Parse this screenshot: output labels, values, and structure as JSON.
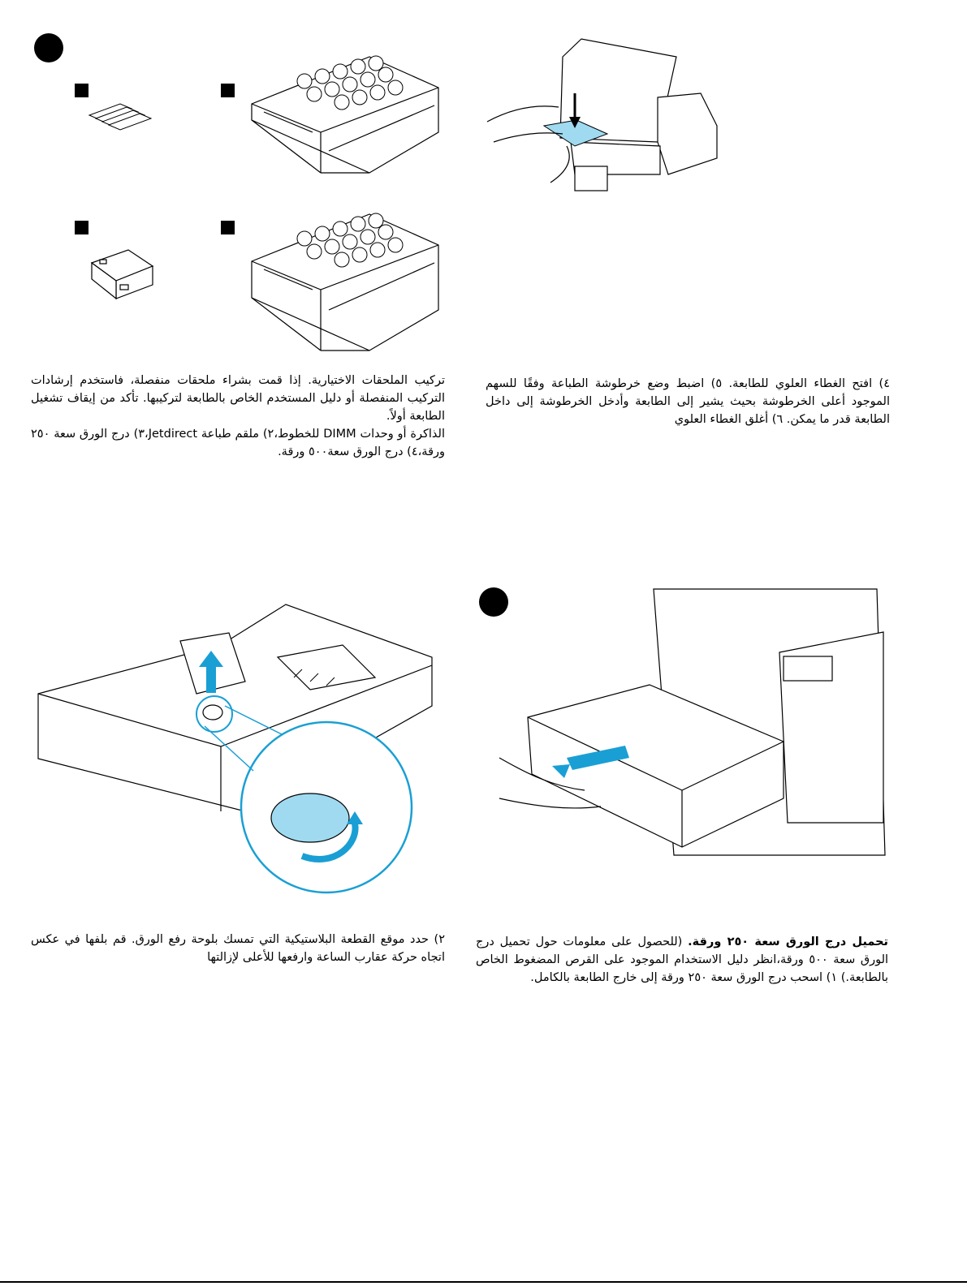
{
  "steps": {
    "top_left_badge": "",
    "bottom_right_badge": ""
  },
  "top_right": {
    "paragraph": "٤) افتح الغطاء العلوي للطابعة. ٥) اضبط وضع خرطوشة الطباعة وفقًا للسهم الموجود أعلى الخرطوشة بحيث يشير إلى الطابعة وأدخل الخرطوشة إلى داخل الطابعة قدر ما يمكن. ٦) أغلق الغطاء العلوي"
  },
  "top_left": {
    "paragraph1": "تركيب الملحقات الاختيارية. إذا قمت بشراء ملحقات منفصلة، فاستخدم إرشادات التركيب المنفصلة أو دليل المستخدم الخاص بالطابعة لتركيبها. تأكد من إيقاف تشغيل الطابعة أولاً.",
    "paragraph2": "الذاكرة أو وحدات DIMM للخطوط،٢) ملقم طباعة Jetdirect،٣) درج الورق سعة ٢٥٠ ورقة،٤) درج الورق سعة٥٠٠ ورقة."
  },
  "bottom_left": {
    "paragraph": "٢) حدد موقع القطعة البلاستيكية التي تمسك بلوحة رفع الورق. قم بلفها في عكس اتجاه حركة عقارب الساعة وارفعها للأعلى لإزالتها"
  },
  "bottom_right": {
    "heading": "تحميل درج الورق سعة ٢٥٠ ورقة.",
    "paragraph": "(للحصول على معلومات حول تحميل درج الورق سعة ٥٠٠ ورقة،انظر دليل الاستخدام الموجود على القرص المضغوط الخاص بالطابعة.) ١) اسحب درج الورق سعة ٢٥٠ ورقة إلى خارج الطابعة بالكامل."
  },
  "colors": {
    "accent": "#5bbfe0",
    "accent_dark": "#1a9fd4"
  }
}
